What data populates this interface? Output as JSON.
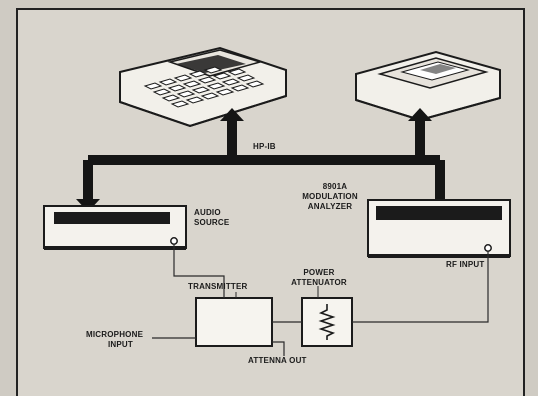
{
  "diagram": {
    "bus_label": "HP-IB",
    "audio_source": {
      "line1": "AUDIO",
      "line2": "SOURCE"
    },
    "analyzer": {
      "line1": "8901A",
      "line2": "MODULATION",
      "line3": "ANALYZER",
      "port_label": "RF INPUT"
    },
    "transmitter": {
      "label": "TRANSMITTER"
    },
    "attenuator": {
      "line1": "POWER",
      "line2": "ATTENUATOR"
    },
    "microphone_input": {
      "line1": "MICROPHONE",
      "line2": "INPUT"
    },
    "antenna_out": {
      "label": "ATTENNA OUT"
    }
  }
}
